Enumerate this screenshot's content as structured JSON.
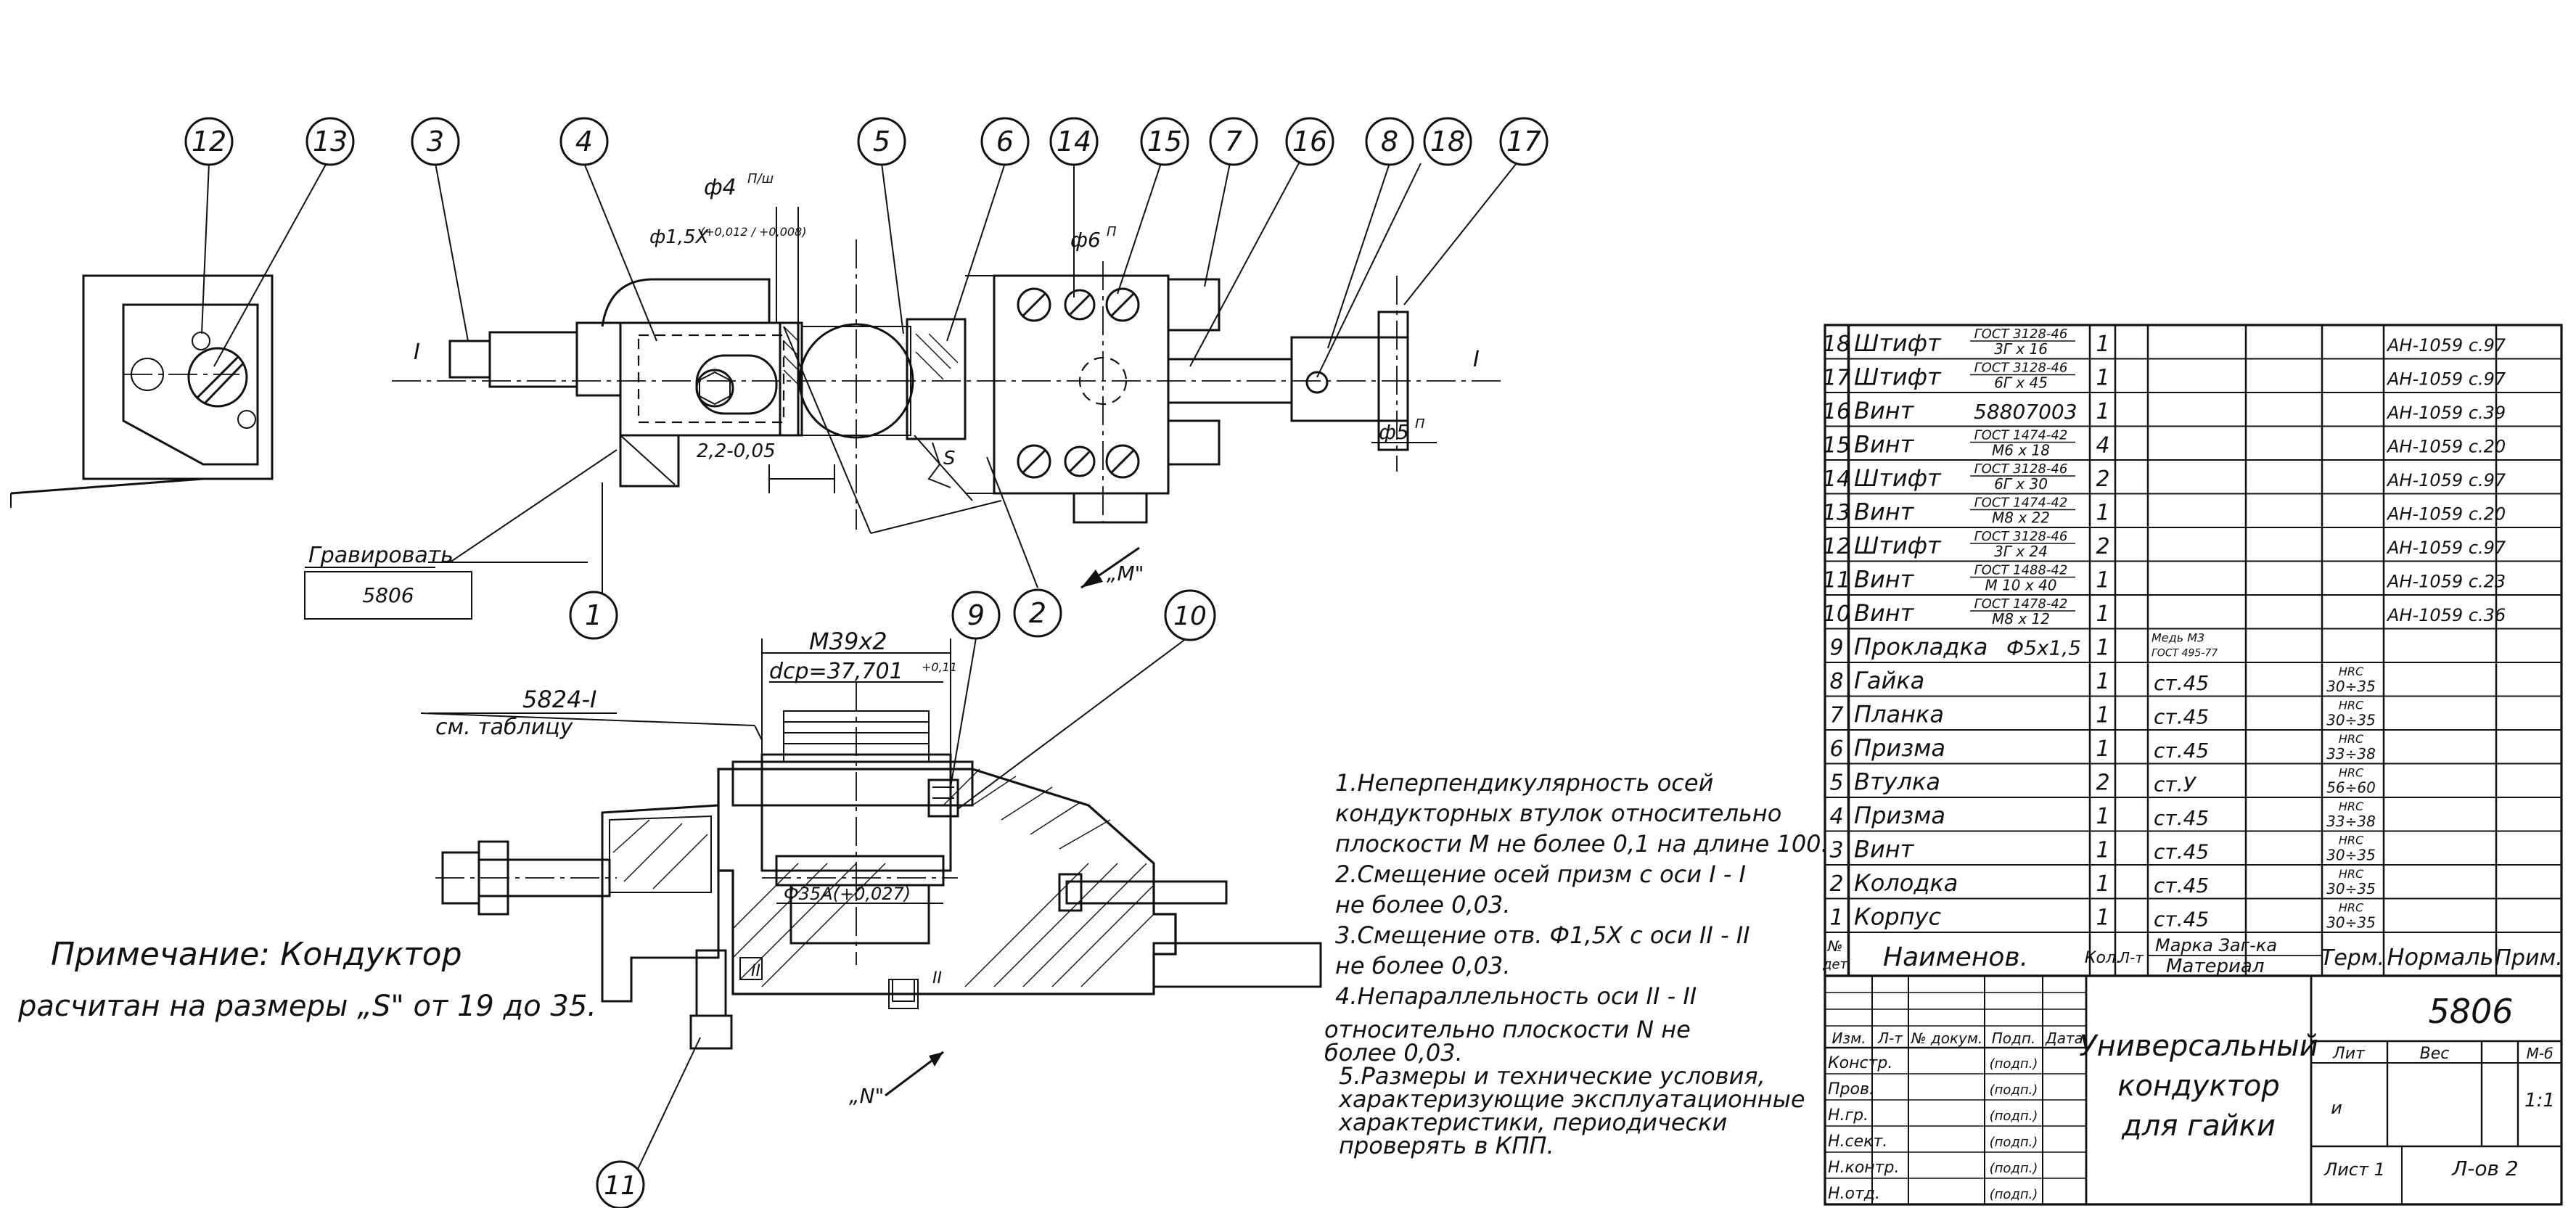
{
  "callouts": [
    "1",
    "2",
    "3",
    "4",
    "5",
    "6",
    "7",
    "8",
    "9",
    "10",
    "11",
    "12",
    "13",
    "14",
    "15",
    "16",
    "17",
    "18"
  ],
  "dimensions": {
    "d4": "ф4",
    "d4_fit": "П/ш",
    "d15": "ф1,5Х",
    "d15_tol": "(+0,012 / +0,008)",
    "d6": "ф6",
    "d6_fit": "П",
    "dim22": "2,2-0,05",
    "d5": "ф5",
    "d5_fit": "П",
    "thread": "M39x2",
    "dcp": "dср=37,701",
    "dcp_tol": "+0,11",
    "d35": "Ф35А(+0,027)",
    "s_mark": "S",
    "axis1": "I",
    "axis2": "II",
    "m_label": "„M\"",
    "n_label": "„N\""
  },
  "engrave": {
    "label": "Гравировать",
    "value": "5806"
  },
  "gauge_ref": {
    "code": "5824-I",
    "note": "см. таблицу"
  },
  "note_left": [
    "Примечание: Кондуктор",
    "расчитан на размеры „S\" от 19 до 35."
  ],
  "requirements": [
    "1.Неперпендикулярность осей",
    "кондукторных втулок относительно",
    "плоскости М не более 0,1 на длине 100.",
    "2.Смещение осей призм с оси I - I",
    "не более 0,03.",
    "3.Смещение отв. Ф1,5Х с оси II - II",
    "не более 0,03.",
    "4.Непараллельность оси II - II",
    "относительно плоскости N не",
    "более 0,03.",
    "5.Размеры и технические условия,",
    "характеризующие эксплуатационные",
    "характеристики, периодически",
    "проверять в КПП."
  ],
  "bom": [
    {
      "pos": "18",
      "name": "Штифт",
      "std": "ГОСТ 3128-46",
      "spec": "3Г x 16",
      "qty": "1",
      "mat": "",
      "term": "",
      "norm": "АН-1059 с.97"
    },
    {
      "pos": "17",
      "name": "Штифт",
      "std": "ГОСТ 3128-46",
      "spec": "6Г x 45",
      "qty": "1",
      "mat": "",
      "term": "",
      "norm": "АН-1059 с.97"
    },
    {
      "pos": "16",
      "name": "Винт",
      "std": "58807003",
      "spec": "",
      "qty": "1",
      "mat": "",
      "term": "",
      "norm": "АН-1059 с.39"
    },
    {
      "pos": "15",
      "name": "Винт",
      "std": "ГОСТ 1474-42",
      "spec": "М6 x 18",
      "qty": "4",
      "mat": "",
      "term": "",
      "norm": "АН-1059 с.20"
    },
    {
      "pos": "14",
      "name": "Штифт",
      "std": "ГОСТ 3128-46",
      "spec": "6Г x 30",
      "qty": "2",
      "mat": "",
      "term": "",
      "norm": "АН-1059 с.97"
    },
    {
      "pos": "13",
      "name": "Винт",
      "std": "ГОСТ 1474-42",
      "spec": "М8 x 22",
      "qty": "1",
      "mat": "",
      "term": "",
      "norm": "АН-1059 с.20"
    },
    {
      "pos": "12",
      "name": "Штифт",
      "std": "ГОСТ 3128-46",
      "spec": "3Г x 24",
      "qty": "2",
      "mat": "",
      "term": "",
      "norm": "АН-1059 с.97"
    },
    {
      "pos": "11",
      "name": "Винт",
      "std": "ГОСТ 1488-42",
      "spec": "М 10 x 40",
      "qty": "1",
      "mat": "",
      "term": "",
      "norm": "АН-1059 с.23"
    },
    {
      "pos": "10",
      "name": "Винт",
      "std": "ГОСТ 1478-42",
      "spec": "М8 x 12",
      "qty": "1",
      "mat": "",
      "term": "",
      "norm": "АН-1059 с.36"
    },
    {
      "pos": "9",
      "name": "Прокладка",
      "std": "Ф5x1,5",
      "spec": "",
      "qty": "1",
      "mat": "Медь М3 ГОСТ 495-77",
      "term": "",
      "norm": ""
    },
    {
      "pos": "8",
      "name": "Гайка",
      "std": "",
      "spec": "",
      "qty": "1",
      "mat": "ст.45",
      "term": "HRC 30÷35",
      "norm": ""
    },
    {
      "pos": "7",
      "name": "Планка",
      "std": "",
      "spec": "",
      "qty": "1",
      "mat": "ст.45",
      "term": "HRC 30÷35",
      "norm": ""
    },
    {
      "pos": "6",
      "name": "Призма",
      "std": "",
      "spec": "",
      "qty": "1",
      "mat": "ст.45",
      "term": "HRC 33÷38",
      "norm": ""
    },
    {
      "pos": "5",
      "name": "Втулка",
      "std": "",
      "spec": "",
      "qty": "2",
      "mat": "ст.У",
      "term": "HRC 56÷60",
      "norm": ""
    },
    {
      "pos": "4",
      "name": "Призма",
      "std": "",
      "spec": "",
      "qty": "1",
      "mat": "ст.45",
      "term": "HRC 33÷38",
      "norm": ""
    },
    {
      "pos": "3",
      "name": "Винт",
      "std": "",
      "spec": "",
      "qty": "1",
      "mat": "ст.45",
      "term": "HRC 30÷35",
      "norm": ""
    },
    {
      "pos": "2",
      "name": "Колодка",
      "std": "",
      "spec": "",
      "qty": "1",
      "mat": "ст.45",
      "term": "HRC 30÷35",
      "norm": ""
    },
    {
      "pos": "1",
      "name": "Корпус",
      "std": "",
      "spec": "",
      "qty": "1",
      "mat": "ст.45",
      "term": "HRC 30÷35",
      "norm": ""
    }
  ],
  "bom_header": {
    "pos": "№ дет",
    "name": "Наименов.",
    "qty": "Кол.",
    "sheets": "Л-т",
    "mat1": "Марка  Заг-ка",
    "mat2": "Материал",
    "term": "Терм.",
    "norm": "Нормаль",
    "note": "Прим."
  },
  "title_block": {
    "rev_head": [
      "Изм.",
      "Л-т",
      "№ докум.",
      "Подп.",
      "Дата"
    ],
    "roles": [
      "Констр.",
      "Пров.",
      "Н.гр.",
      "Н.сект.",
      "Н.контр.",
      "Н.отд."
    ],
    "sign": "(подп.)",
    "name_lines": [
      "Универсальный",
      "кондуктор",
      "для гайки"
    ],
    "number": "5806",
    "lit_label": "Лит",
    "mass_label": "Вес",
    "scale_label": "М-б",
    "lit_value": "и",
    "scale_value": "1:1",
    "sheet_label": "Лист 1",
    "sheets_value": "Л-ов 2"
  }
}
